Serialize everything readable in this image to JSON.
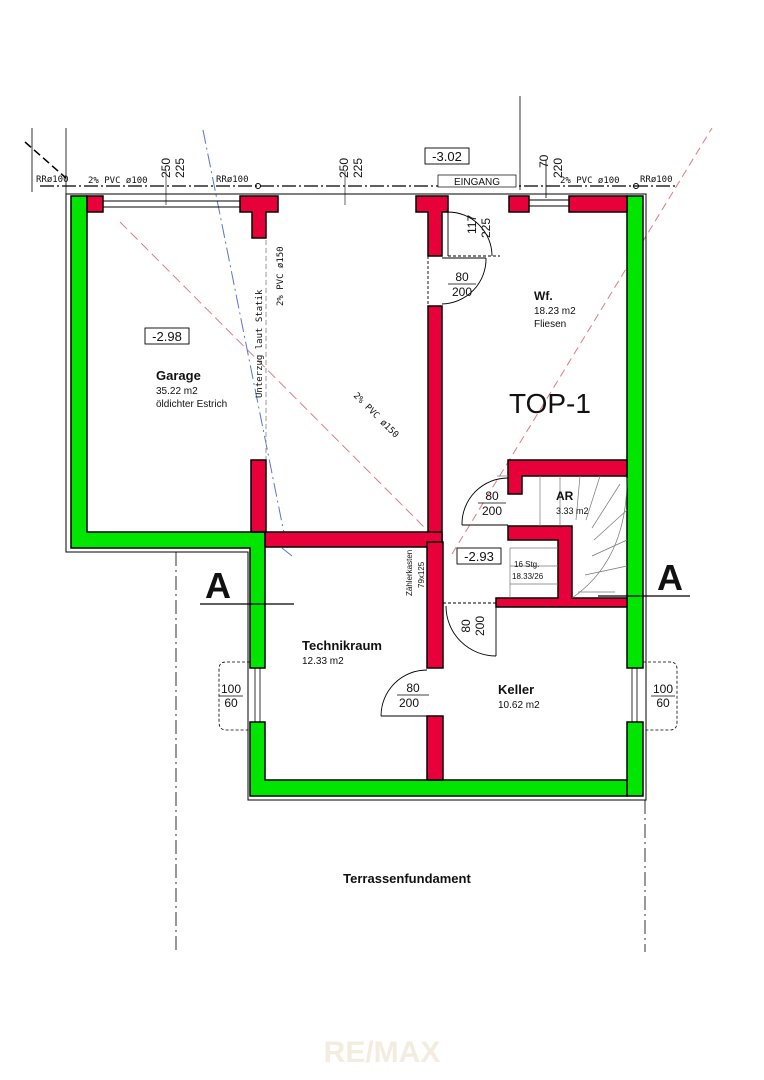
{
  "levels": {
    "top": "-3.02",
    "garage": "-2.98",
    "stairs": "-2.93"
  },
  "labels": {
    "entrance": "EINGANG",
    "top_unit": "TOP-1",
    "section_left": "A",
    "section_right": "A",
    "foundation": "Terrassenfundament",
    "unterzug": "Unterzug laut Statik",
    "meter_box": "Zählerkasten",
    "meter_box_size": "79x125",
    "stair_count": "16 Stg.",
    "stair_size": "18.33/26",
    "watermark": "RE/MAX"
  },
  "pipes": {
    "rr_left": "RRø100",
    "rr_mid": "RRø100",
    "rr_right": "RRø100",
    "pvc_left": "2% PVC ø100",
    "pvc_right": "2% PVC ø100",
    "pvc_vert": "2% PVC ø150",
    "pvc_diag": "2% PVC ø150"
  },
  "dims_top": {
    "a1": "250",
    "a2": "225",
    "b1": "250",
    "b2": "225",
    "c1": "70",
    "c2": "220"
  },
  "rooms": {
    "garage": {
      "name": "Garage",
      "area": "35.22 m2",
      "floor": "öldichter Estrich"
    },
    "wf": {
      "name": "Wf.",
      "area": "18.23 m2",
      "floor": "Fliesen"
    },
    "ar": {
      "name": "AR",
      "area": "3.33 m2"
    },
    "technik": {
      "name": "Technikraum",
      "area": "12.33 m2"
    },
    "keller": {
      "name": "Keller",
      "area": "10.62 m2"
    }
  },
  "doors": {
    "entrance": {
      "w": "117",
      "h": "225"
    },
    "d1": {
      "w": "80",
      "h": "200"
    },
    "d2": {
      "w": "80",
      "h": "200"
    },
    "d3": {
      "w": "80",
      "h": "200"
    },
    "d4": {
      "w": "80",
      "h": "200"
    }
  },
  "windows": {
    "left": {
      "w": "100",
      "h": "60"
    },
    "right": {
      "w": "100",
      "h": "60"
    }
  },
  "colors": {
    "exterior_wall": "#00e600",
    "interior_wall": "#e8003a",
    "outline": "#000000"
  }
}
